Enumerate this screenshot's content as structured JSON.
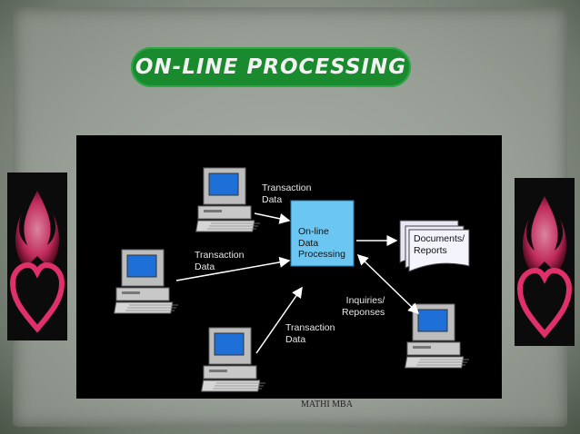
{
  "slide": {
    "title": "On-line Processing",
    "footer": "MATHI MBA"
  },
  "diagram": {
    "nodes": {
      "process": "On-line\nData\nProcessing",
      "documents": "Documents/\nReports"
    },
    "labels": {
      "transaction_top": "Transaction\nData",
      "transaction_left": "Transaction\nData",
      "transaction_bottom": "Transaction\nData",
      "inquiries": "Inquiries/\nReponses"
    }
  },
  "colors": {
    "title_bg": "#1a8a2e",
    "process_box": "#6cc6f2",
    "screen": "#1e6fd8",
    "flame": "#e0306a"
  }
}
